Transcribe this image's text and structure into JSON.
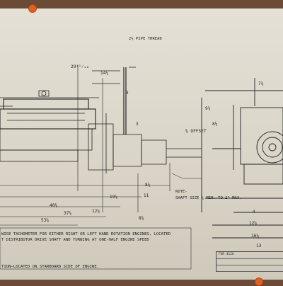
{
  "drawing": {
    "callouts": {
      "pipe_thread": "2½ PIPE THREAD",
      "dim_29": "29¹¹⁄₁₆",
      "dim_14": "14⅞",
      "dim_3": "3",
      "dim_3b": "3",
      "dim_8": "8⅝",
      "dim_11": "11",
      "dim_19": "19⅞",
      "dim_12": "12⅞",
      "dim_40": "40⅜",
      "dim_37": "37⅝",
      "dim_53": "53⅞",
      "dim_8b": "8⅝",
      "offset": "⅝ OFFSET",
      "right_7": "7⅜",
      "right_9": "9⅞",
      "right_8": "8½",
      "right_12": "12⅞",
      "right_16": "16⅛",
      "right_4": "4",
      "right_13": "13"
    },
    "note": {
      "label": "NOTE-",
      "text": "SHAFT SIZE ¼ MIN. TO 2\" MAX."
    },
    "bottom_notes": {
      "line1": "WISE TACHOMETER FOR EITHER RIGHT OR LEFT HAND ROTATION ENGINES, LOCATED",
      "line2": "T DISTRIBUTOR DRIVE SHAFT AND TURNING AT ONE-HALF ENGINE SPEED",
      "line3": "TION–LOCATED ON STARBOARD SIDE OF ENGINE."
    },
    "title_block": {
      "row1": "FOR 4126"
    }
  },
  "colors": {
    "paper": "#ddd8cc",
    "backing": "#6b4a36",
    "ink": "#1b1b1b",
    "pin": "#e06020"
  }
}
